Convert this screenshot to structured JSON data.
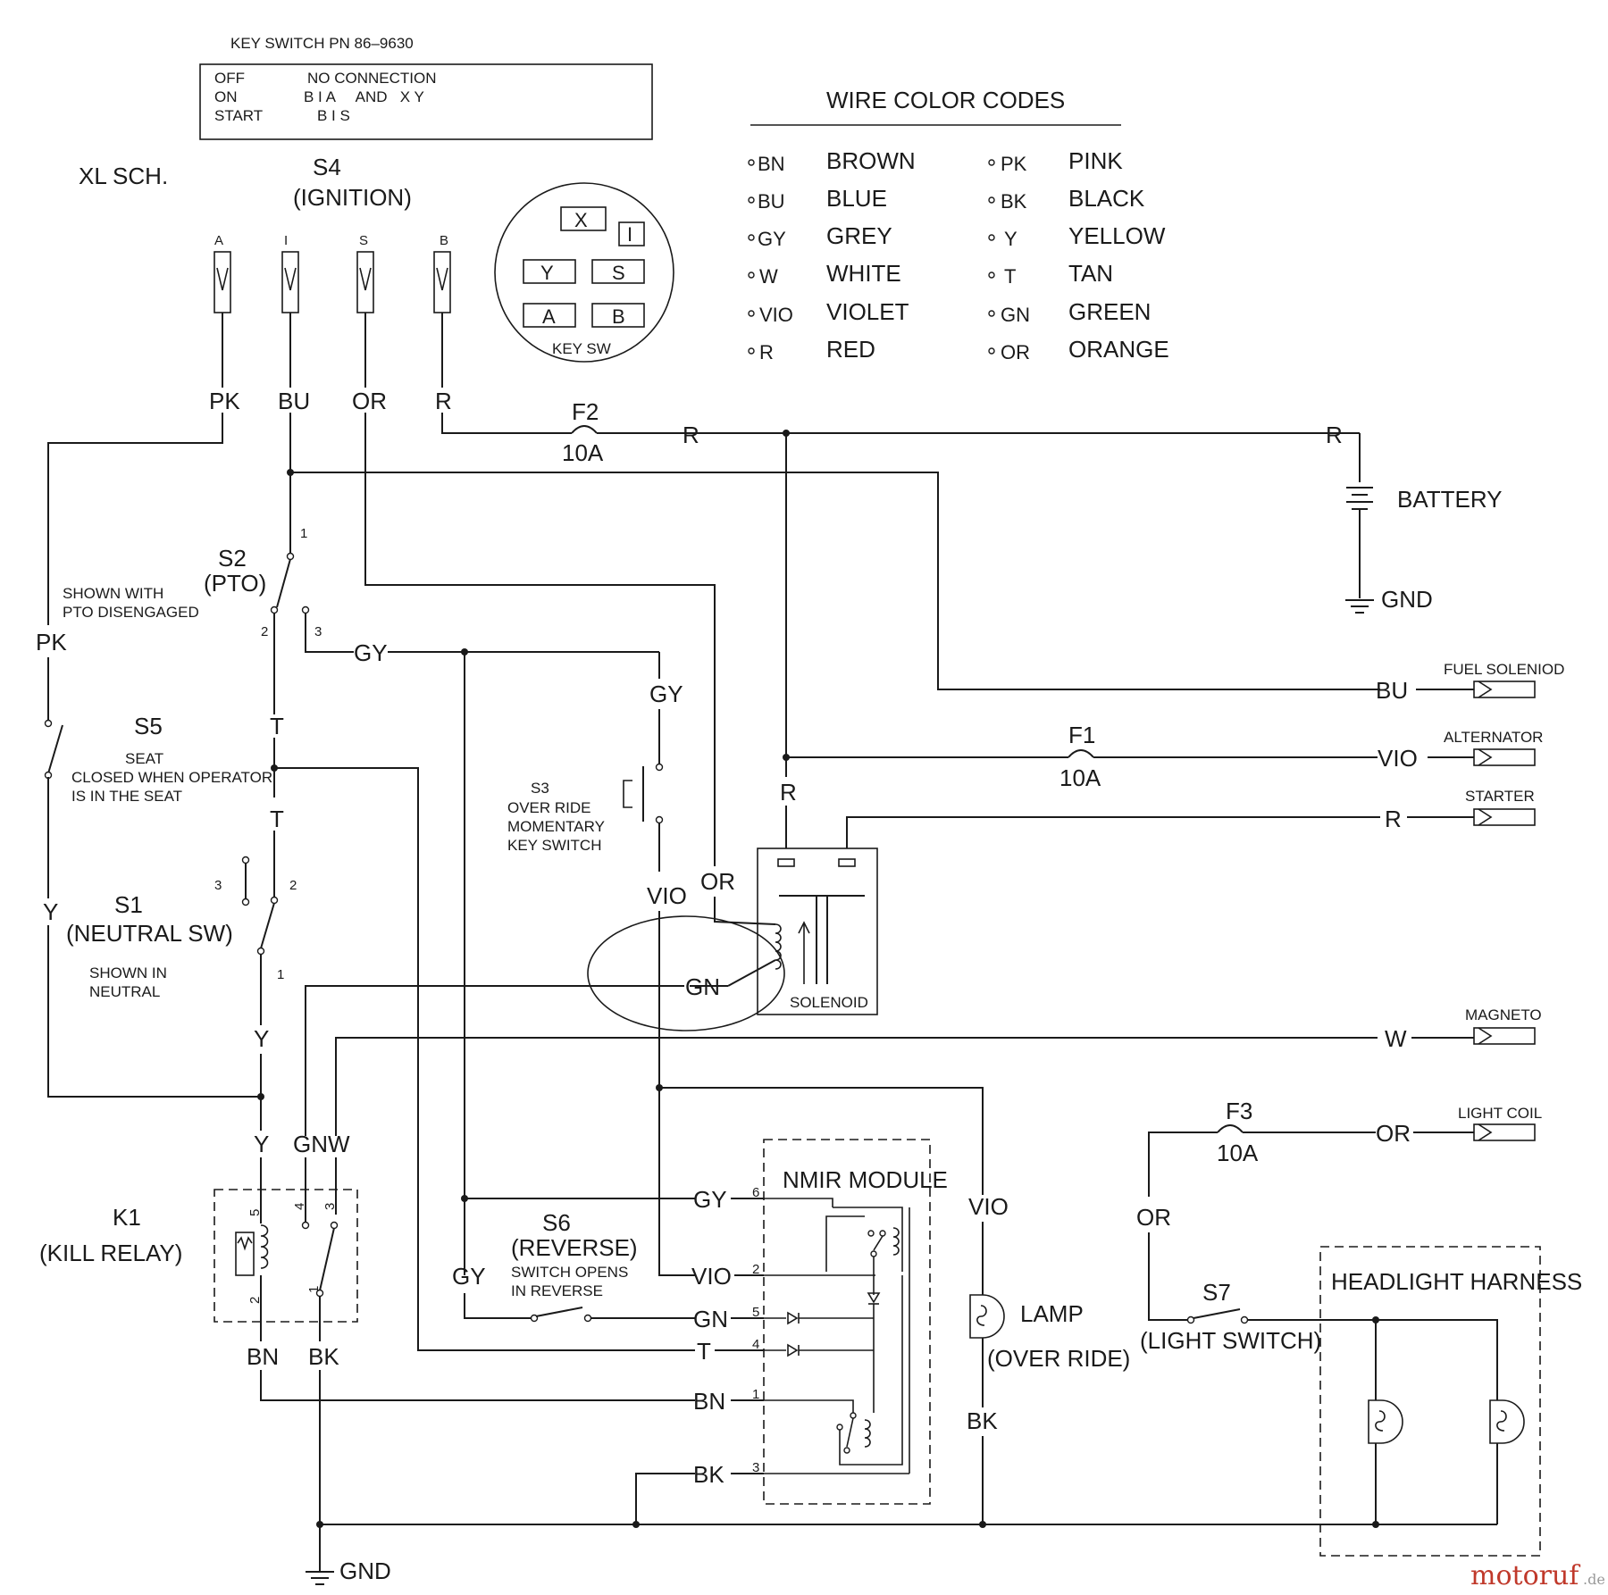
{
  "header": {
    "schematic": "XL SCH.",
    "key_switch_pn": "KEY SWITCH PN 86–9630",
    "key_table": [
      {
        "pos": "OFF",
        "conn": "NO CONNECTION"
      },
      {
        "pos": "ON",
        "conn": "B I A     AND   X Y"
      },
      {
        "pos": "START",
        "conn": "B I S"
      }
    ]
  },
  "wire_codes": {
    "title": "WIRE COLOR CODES",
    "left": [
      {
        "code": "BN",
        "name": "BROWN"
      },
      {
        "code": "BU",
        "name": "BLUE"
      },
      {
        "code": "GY",
        "name": "GREY"
      },
      {
        "code": "W",
        "name": "WHITE"
      },
      {
        "code": "VIO",
        "name": "VIOLET"
      },
      {
        "code": "R",
        "name": "RED"
      }
    ],
    "right": [
      {
        "code": "PK",
        "name": "PINK"
      },
      {
        "code": "BK",
        "name": "BLACK"
      },
      {
        "code": "Y",
        "name": "YELLOW"
      },
      {
        "code": "T",
        "name": "TAN"
      },
      {
        "code": "GN",
        "name": "GREEN"
      },
      {
        "code": "OR",
        "name": "ORANGE"
      }
    ]
  },
  "ignition": {
    "id": "S4",
    "name": "(IGNITION)",
    "terminals": [
      "A",
      "I",
      "S",
      "B"
    ],
    "wires": [
      "PK",
      "BU",
      "OR",
      "R"
    ],
    "keysw": {
      "label": "KEY SW",
      "terms": [
        "X",
        "I",
        "Y",
        "S",
        "A",
        "B"
      ]
    }
  },
  "fuses": {
    "f1": {
      "id": "F1",
      "rating": "10A"
    },
    "f2": {
      "id": "F2",
      "rating": "10A"
    },
    "f3": {
      "id": "F3",
      "rating": "10A"
    }
  },
  "battery": {
    "label": "BATTERY",
    "gnd": "GND"
  },
  "outputs": [
    {
      "label": "FUEL SOLENIOD",
      "wire": "BU"
    },
    {
      "label": "ALTERNATOR",
      "wire": "VIO"
    },
    {
      "label": "STARTER",
      "wire": "R"
    },
    {
      "label": "MAGNETO",
      "wire": "W"
    },
    {
      "label": "LIGHT COIL",
      "wire": "OR"
    }
  ],
  "switches": {
    "s2": {
      "id": "S2",
      "name": "(PTO)",
      "note1": "SHOWN WITH",
      "note2": "PTO DISENGAGED",
      "t1": "1",
      "t2": "2",
      "t3": "3"
    },
    "s5": {
      "id": "S5",
      "note1": "SEAT",
      "note2": "CLOSED WHEN OPERATOR",
      "note3": "IS IN THE SEAT"
    },
    "s1": {
      "id": "S1",
      "name": "(NEUTRAL SW)",
      "note1": "SHOWN IN",
      "note2": "NEUTRAL",
      "t1": "1",
      "t2": "2",
      "t3": "3"
    },
    "s3": {
      "id": "S3",
      "note1": "OVER RIDE",
      "note2": "MOMENTARY",
      "note3": "KEY SWITCH"
    },
    "s6": {
      "id": "S6",
      "name": "(REVERSE)",
      "note1": "SWITCH OPENS",
      "note2": "IN REVERSE"
    },
    "s7": {
      "id": "S7",
      "name": "(LIGHT SWITCH)"
    }
  },
  "solenoid": {
    "label": "SOLENOID"
  },
  "relay": {
    "id": "K1",
    "name": "(KILL RELAY)",
    "pins": [
      "5",
      "4",
      "3",
      "2",
      "1"
    ]
  },
  "module": {
    "label": "NMIR MODULE",
    "pins": [
      "6",
      "2",
      "5",
      "4",
      "1",
      "3"
    ]
  },
  "lamp": {
    "label": "LAMP",
    "sub": "(OVER RIDE)"
  },
  "harness": {
    "label": "HEADLIGHT HARNESS"
  },
  "wire_labels": {
    "pk": "PK",
    "y": "Y",
    "t": "T",
    "gy": "GY",
    "vio": "VIO",
    "or": "OR",
    "gn": "GN",
    "r": "R",
    "bn": "BN",
    "bk": "BK",
    "w": "W",
    "bu": "BU",
    "gnw": "GNW",
    "gnd": "GND"
  },
  "watermark": {
    "brand": "motoruf",
    "tld": ".de"
  }
}
